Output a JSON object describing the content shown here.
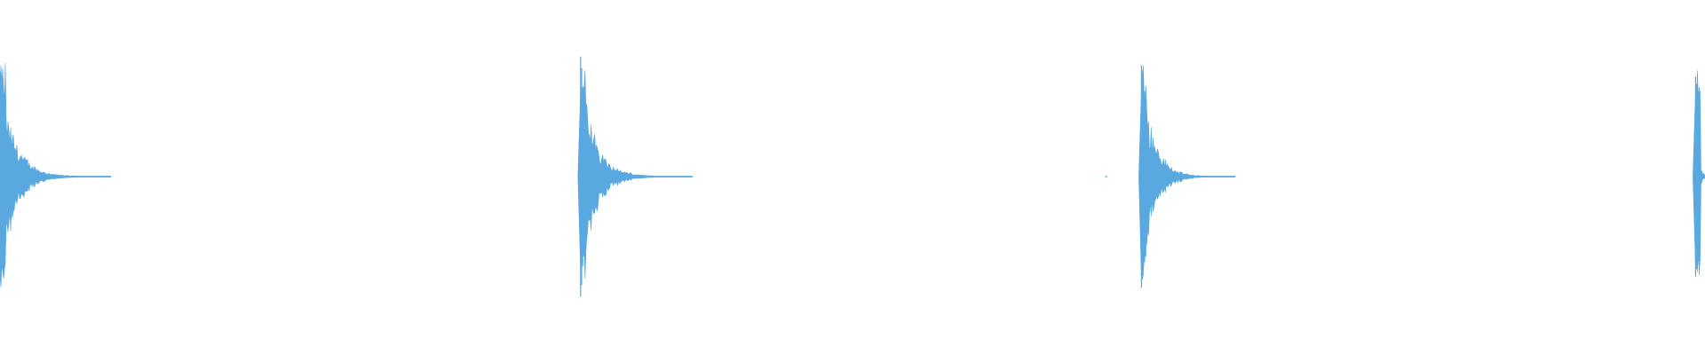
{
  "waveform": {
    "color": "#5aa8e0",
    "background": "#ffffff",
    "peak_amplitude": 0.7,
    "transients": [
      {
        "time_fraction": 0.0,
        "peak": 0.7,
        "tail_fraction": 0.065
      },
      {
        "time_fraction": 0.3405,
        "peak": 0.7,
        "tail_fraction": 0.065
      },
      {
        "time_fraction": 0.6695,
        "peak": 0.7,
        "tail_fraction": 0.055
      },
      {
        "time_fraction": 0.9945,
        "peak": 0.66,
        "tail_fraction": 0.01
      }
    ],
    "stray_ticks": [
      {
        "time_fraction": 0.035
      },
      {
        "time_fraction": 0.044
      },
      {
        "time_fraction": 0.053
      },
      {
        "time_fraction": 0.061
      },
      {
        "time_fraction": 0.392
      },
      {
        "time_fraction": 0.405
      },
      {
        "time_fraction": 0.648
      },
      {
        "time_fraction": 0.712
      },
      {
        "time_fraction": 0.72
      }
    ]
  }
}
